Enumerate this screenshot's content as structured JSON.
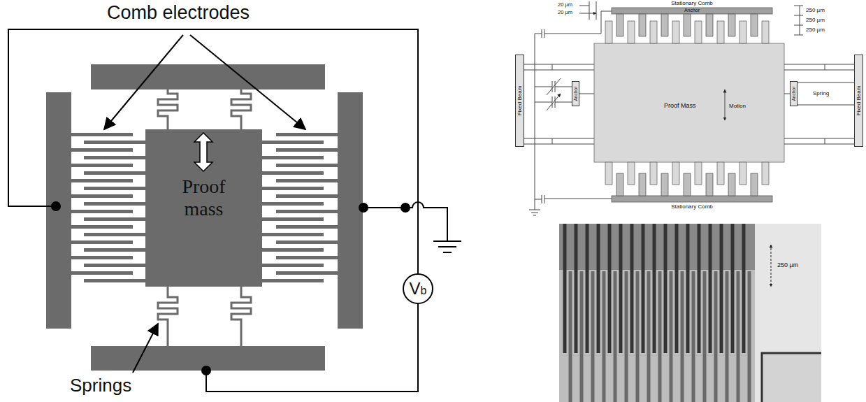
{
  "diagram": {
    "nodes": [
      {
        "text": [
          "Proof mass"
        ]
      },
      {
        "text": [
          "Vb"
        ]
      },
      {
        "text": [
          "Stationary Comb",
          "Anchor"
        ]
      },
      {
        "text": [
          "Proof Mass",
          "Motion"
        ]
      },
      {
        "text": [
          "Stationary Comb"
        ]
      },
      {
        "text": [
          "Anchor"
        ]
      },
      {
        "text": [
          "Anchor"
        ]
      },
      {
        "text": [
          "Fixed Beam"
        ]
      },
      {
        "text": [
          "Fixed Beam"
        ]
      }
    ],
    "labels": [
      "Comb electrodes",
      "Springs",
      "20 µm",
      "20 µm",
      "250 µm",
      "250 µm",
      "250 µm",
      "Spring",
      "250 µm"
    ]
  }
}
